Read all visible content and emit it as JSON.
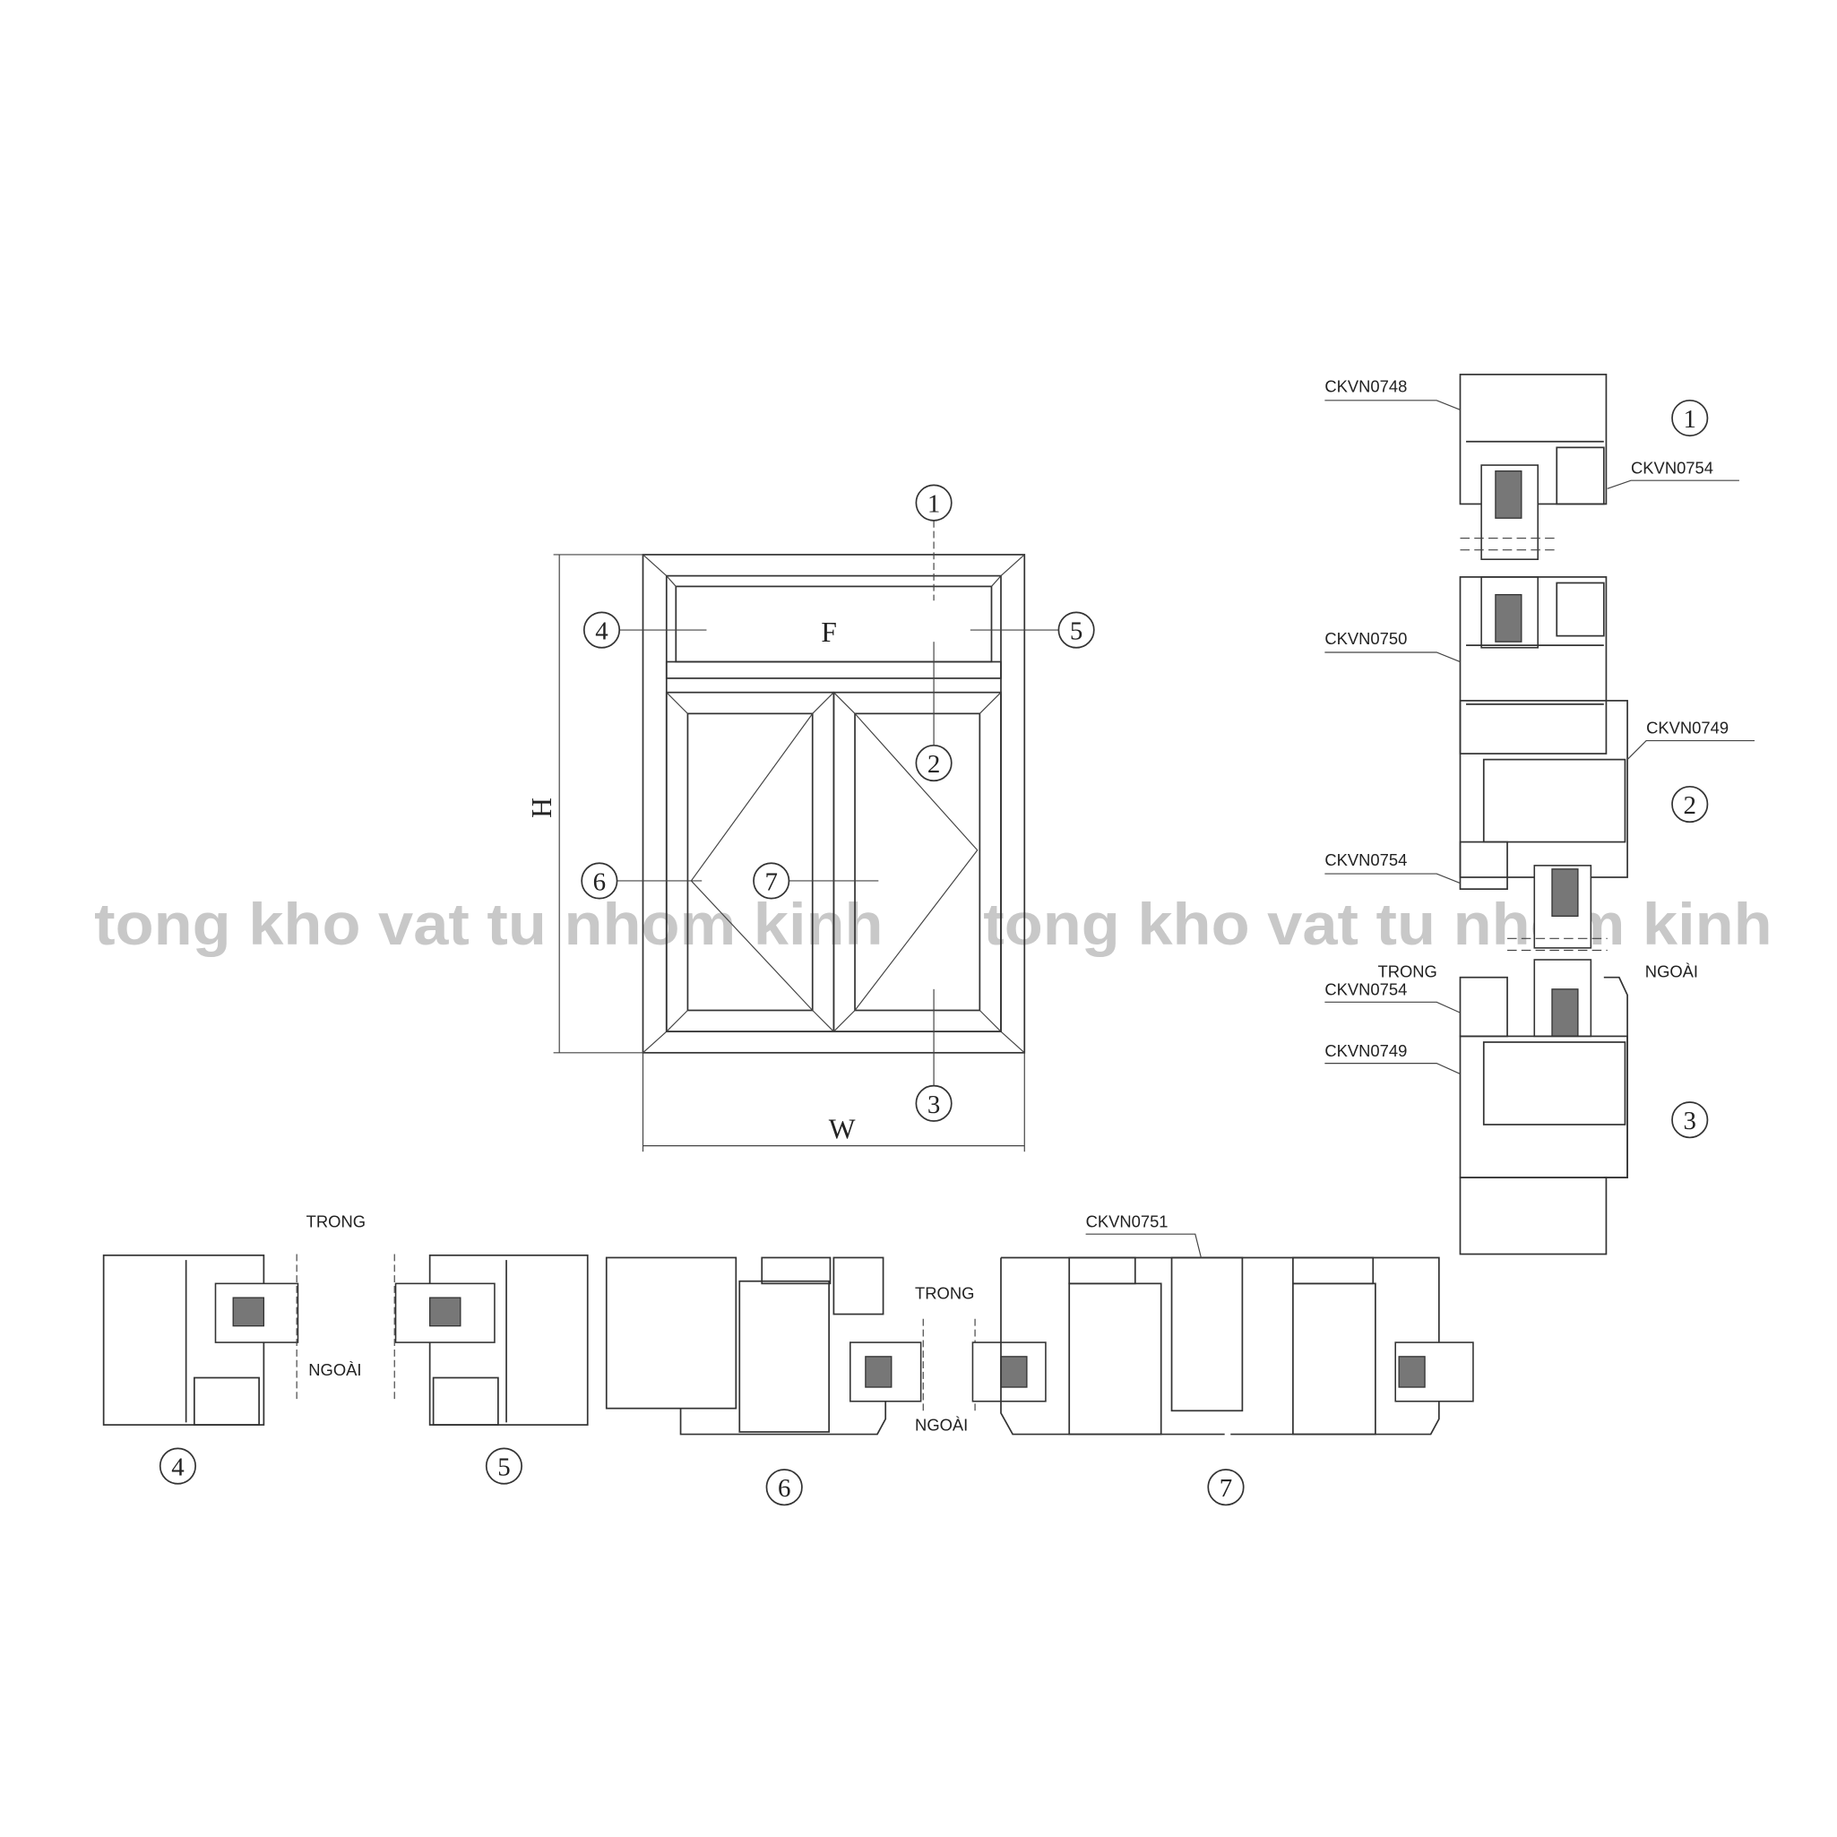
{
  "window_elevation": {
    "fixed_panel_label": "F",
    "height_label": "H",
    "width_label": "W",
    "section_markers": [
      "1",
      "2",
      "3",
      "4",
      "5",
      "6",
      "7"
    ]
  },
  "vertical_section": {
    "codes": {
      "top_frame": "CKVN0748",
      "top_bead": "CKVN0754",
      "transom": "CKVN0750",
      "sash_top": "CKVN0749",
      "bead_mid": "CKVN0754",
      "bead_low": "CKVN0754",
      "sash_bottom": "CKVN0749"
    },
    "inside_label": "TRONG",
    "outside_label": "NGOÀI",
    "markers": [
      "1",
      "2",
      "3"
    ]
  },
  "horizontal_sections": {
    "inside_label_left": "TRONG",
    "outside_label_left": "NGOÀI",
    "inside_label_mid": "TRONG",
    "outside_label_mid": "NGOÀI",
    "mullion_code": "CKVN0751",
    "markers": [
      "4",
      "5",
      "6",
      "7"
    ]
  },
  "watermark": [
    "tong kho vat tu nhom kinh",
    "tong kho vat tu nhom kinh"
  ],
  "colors": {
    "line": "#333333",
    "watermark": "#c8c8c8",
    "background": "#ffffff"
  }
}
